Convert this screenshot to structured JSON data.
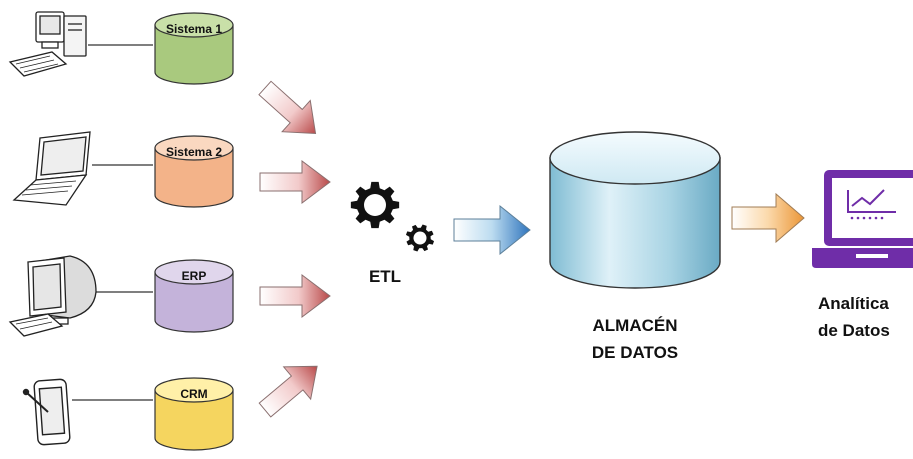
{
  "diagram": {
    "sources": [
      {
        "label": "Sistema 1",
        "device": "desktop-computer",
        "color_top": "#c9e0a8",
        "color_body": "#a9c97e"
      },
      {
        "label": "Sistema 2",
        "device": "laptop",
        "color_top": "#fad8c0",
        "color_body": "#f3b389"
      },
      {
        "label": "ERP",
        "device": "crt-computer",
        "color_top": "#e0d6ec",
        "color_body": "#c4b3da"
      },
      {
        "label": "CRM",
        "device": "tablet",
        "color_top": "#fff0a8",
        "color_body": "#f5d55f"
      }
    ],
    "etl": {
      "label": "ETL",
      "icon": "gears-icon"
    },
    "warehouse": {
      "line1": "ALMACÉN",
      "line2": "DE DATOS",
      "color_top": "#d9eef5",
      "color_body": "#8cc4d8"
    },
    "analytics": {
      "line1": "Analítica",
      "line2": "de Datos",
      "icon": "analytics-laptop-icon",
      "color": "#6f2da8"
    },
    "arrows": {
      "red": "#c0504d",
      "blue": "#3b7fc4",
      "orange": "#f0a050"
    }
  }
}
